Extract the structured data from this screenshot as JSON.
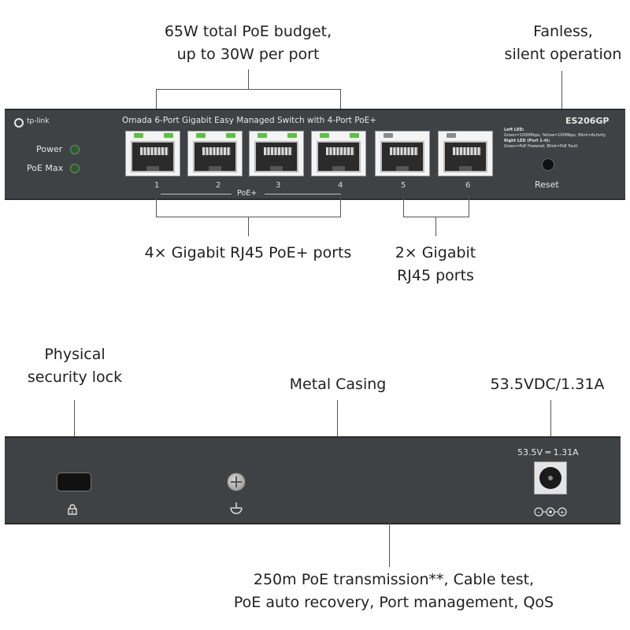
{
  "callouts": {
    "poe_budget_1": "65W total PoE budget,",
    "poe_budget_2": "up to 30W per port",
    "fanless_1": "Fanless,",
    "fanless_2": "silent operation",
    "poe_ports": "4× Gigabit RJ45 PoE+ ports",
    "gig_ports_1": "2× Gigabit",
    "gig_ports_2": "RJ45 ports",
    "lock_1": "Physical",
    "lock_2": "security lock",
    "casing": "Metal Casing",
    "power_rating": "53.5VDC/1.31A",
    "features_1": "250m PoE transmission**, Cable test,",
    "features_2": "PoE auto recovery, Port management, QoS"
  },
  "front_panel": {
    "brand": "tp-link",
    "description": "Omada 6-Port Gigabit Easy Managed Switch with 4-Port PoE+",
    "model": "ES206GP",
    "leds": {
      "power": "Power",
      "poe_max": "PoE Max"
    },
    "ports": [
      "1",
      "2",
      "3",
      "4",
      "5",
      "6"
    ],
    "poe_group_label": "PoE+",
    "legend": {
      "left_title": "Left LED:",
      "left_desc": "Green=1000Mbps, Yellow=100Mbps, Blink=Activity",
      "right_title": "Right LED (Port 1-4):",
      "right_desc": "Green=PoE Powered, Blink=PoE Fault"
    },
    "reset_label": "Reset"
  },
  "back_panel": {
    "power_label": "53.5V ═ 1.31A"
  },
  "colors": {
    "panel": "#3f4244",
    "led_green": "#57c43c",
    "callout_line": "#555555"
  }
}
